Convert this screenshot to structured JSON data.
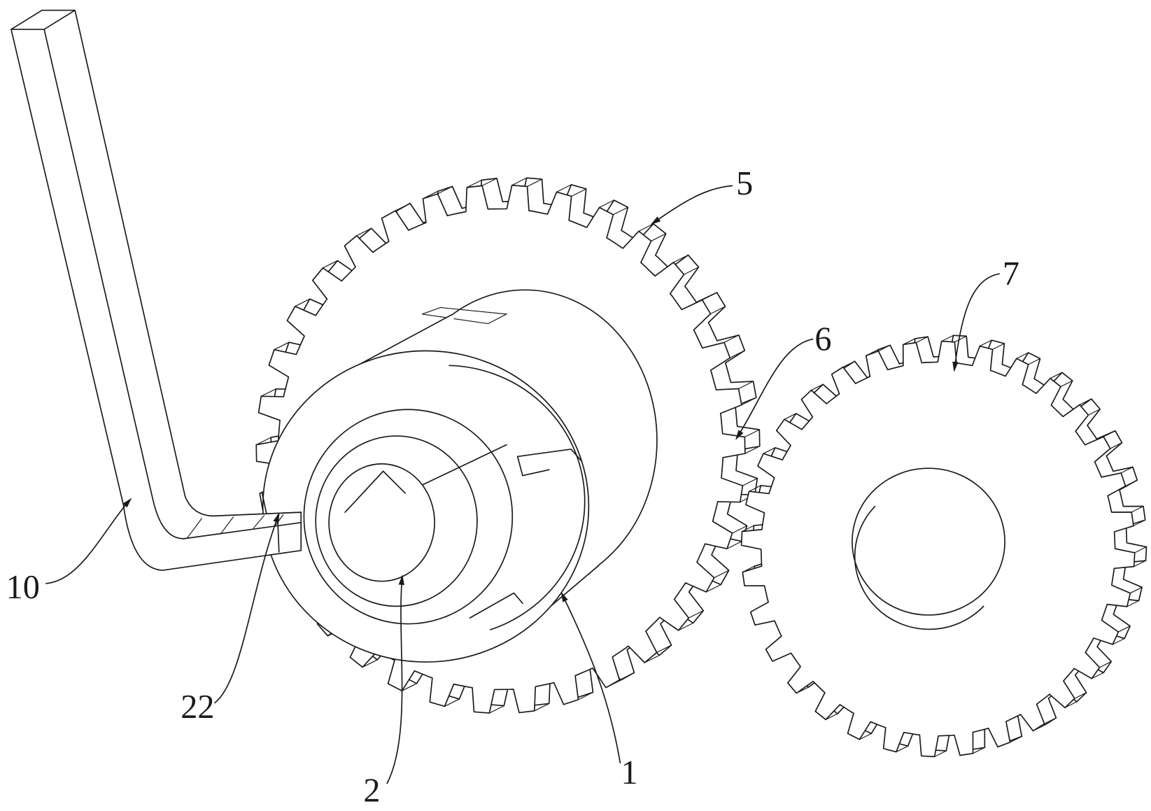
{
  "colors": {
    "line": "#1a1a1a",
    "background": "#ffffff"
  },
  "figure": {
    "labels": {
      "part_5": "5",
      "part_7": "7",
      "part_6": "6",
      "part_10": "10",
      "part_22": "22",
      "part_2": "2",
      "part_1": "1"
    }
  }
}
